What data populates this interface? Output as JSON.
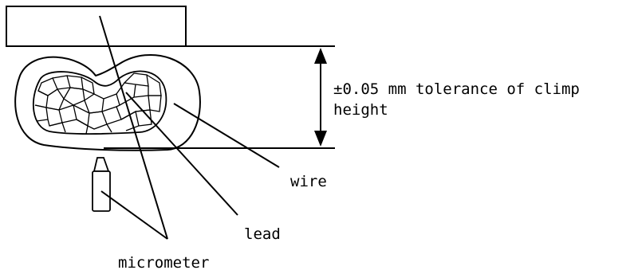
{
  "labels": {
    "tolerance_line1": "±0.05 mm tolerance of climp",
    "tolerance_line2": "height",
    "wire": "wire",
    "lead": "lead",
    "micrometer": "micrometer"
  },
  "colors": {
    "ink": "#000000",
    "background": "#ffffff"
  }
}
